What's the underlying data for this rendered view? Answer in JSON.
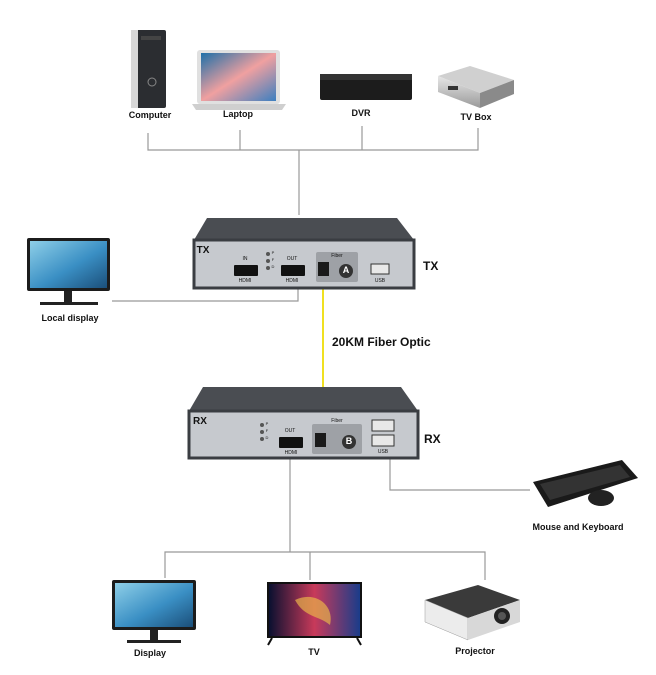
{
  "sources": [
    {
      "label": "Computer",
      "icon": "computer-tower-icon"
    },
    {
      "label": "Laptop",
      "icon": "laptop-icon"
    },
    {
      "label": "DVR",
      "icon": "dvr-icon"
    },
    {
      "label": "TV Box",
      "icon": "tv-box-icon"
    }
  ],
  "transmitter": {
    "name": "TX",
    "side_label": "TX",
    "in_port": "IN",
    "out_port": "OUT",
    "hdmi": "HDMI",
    "fiber": "Fiber",
    "fiber_id": "A",
    "usb": "USB",
    "leds": [
      "P",
      "F",
      "D"
    ]
  },
  "local_display": {
    "label": "Local display"
  },
  "link": {
    "label": "20KM Fiber Optic",
    "color": "#f0e020"
  },
  "receiver": {
    "name": "RX",
    "side_label": "RX",
    "out_port": "OUT",
    "hdmi": "HDMI",
    "fiber": "Fiber",
    "fiber_id": "B",
    "usb": "USB",
    "leds": [
      "P",
      "F",
      "D"
    ]
  },
  "peripherals": {
    "label": "Mouse and Keyboard"
  },
  "outputs": [
    {
      "label": "Display",
      "icon": "monitor-icon"
    },
    {
      "label": "TV",
      "icon": "tv-icon"
    },
    {
      "label": "Projector",
      "icon": "projector-icon"
    }
  ],
  "colors": {
    "line": "#999999",
    "device_body": "#3a3d42",
    "device_face": "#c6c9ce"
  }
}
